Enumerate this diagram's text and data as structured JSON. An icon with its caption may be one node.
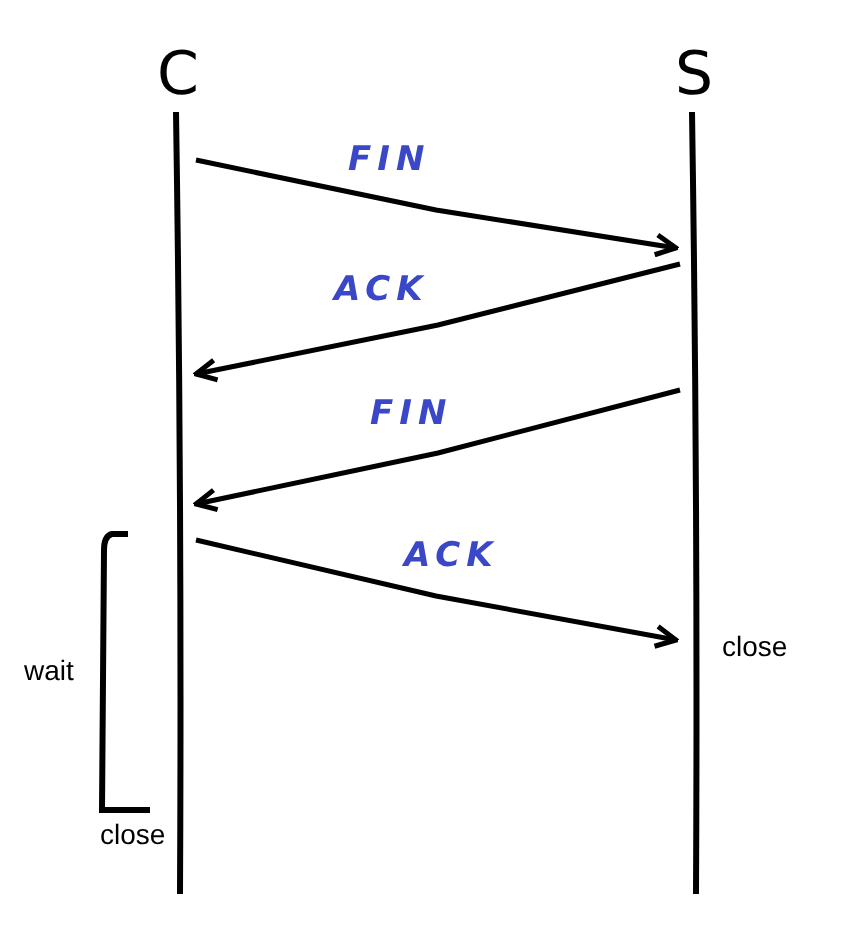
{
  "diagram": {
    "nodes": [
      {
        "text": [
          "C"
        ]
      },
      {
        "text": [
          "S"
        ]
      }
    ],
    "edges": [
      {
        "from": 0,
        "to": 1,
        "arrow": "to",
        "label": "FIN"
      },
      {
        "from": 1,
        "to": 0,
        "arrow": "to",
        "label": "ACK"
      },
      {
        "from": 1,
        "to": 0,
        "arrow": "to",
        "label": "FIN"
      },
      {
        "from": 0,
        "to": 1,
        "arrow": "to",
        "label": "ACK"
      }
    ],
    "labels": [
      "wait",
      "close",
      "close"
    ]
  }
}
